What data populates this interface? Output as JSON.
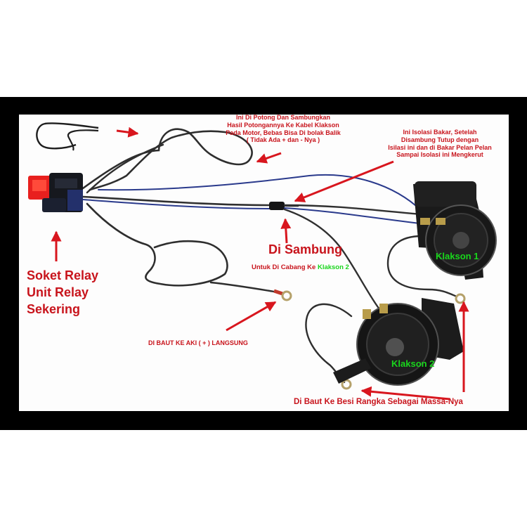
{
  "annotations": {
    "cut_note": [
      "Ini Di Potong Dan Sambungkan",
      "Hasil Potongannya Ke Kabel Klakson",
      "Pada Motor, Bebas Bisa Di bolak Balik",
      "( Tidak Ada + dan - Nya )"
    ],
    "insulation_note": [
      "Ini Isolasi Bakar, Setelah",
      "Disambung Tutup dengan",
      "Isilasi ini dan di Bakar Pelan Pelan",
      "Sampai Isolasi ini Mengkerut"
    ],
    "splice_title": "Di Sambung",
    "splice_sub_prefix": "Untuk Di Cabang Ke ",
    "splice_sub_highlight": "Klakson 2",
    "relay_lines": [
      "Soket Relay",
      "Unit Relay",
      "Sekering"
    ],
    "battery_note": "DI BAUT KE AKI ( + ) LANGSUNG",
    "ground_note": "Di Baut Ke Besi Rangka Sebagai Massa-Nya",
    "horn1_label": "Klakson 1",
    "horn2_label": "Klakson 2"
  },
  "colors": {
    "annotation_red": "#c8141c",
    "horn_label_green": "#19d61c",
    "frame_black": "#000000",
    "relay_red": "#e8201e",
    "wire_dark": "#2b2b2b",
    "wire_blue": "#2a3a8c"
  }
}
